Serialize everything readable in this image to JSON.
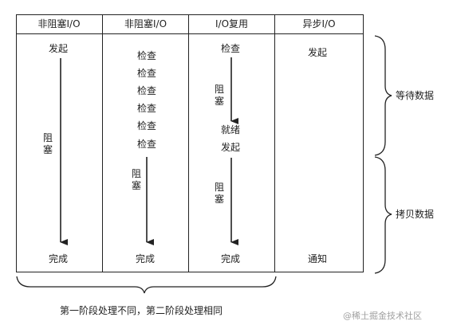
{
  "headers": [
    "非阻塞I/O",
    "非阻塞I/O",
    "I/O复用",
    "异步I/O"
  ],
  "col1": {
    "start": "发起",
    "block": [
      "阻",
      "塞"
    ],
    "end": "完成"
  },
  "col2": {
    "checks": [
      "检查",
      "检查",
      "检查",
      "检查",
      "检查",
      "检查"
    ],
    "block": [
      "阻",
      "塞"
    ],
    "end": "完成"
  },
  "col3": {
    "check": "检查",
    "block1": [
      "阻",
      "塞"
    ],
    "ready": "就绪",
    "start": "发起",
    "block2": [
      "阻",
      "塞"
    ],
    "end": "完成"
  },
  "col4": {
    "start": "发起",
    "notify": "通知"
  },
  "right": {
    "wait": "等待数据",
    "copy": "拷贝数据"
  },
  "bottom": {
    "caption": "第一阶段处理不同，第二阶段处理相同"
  },
  "watermark": "@稀土掘金技术社区"
}
